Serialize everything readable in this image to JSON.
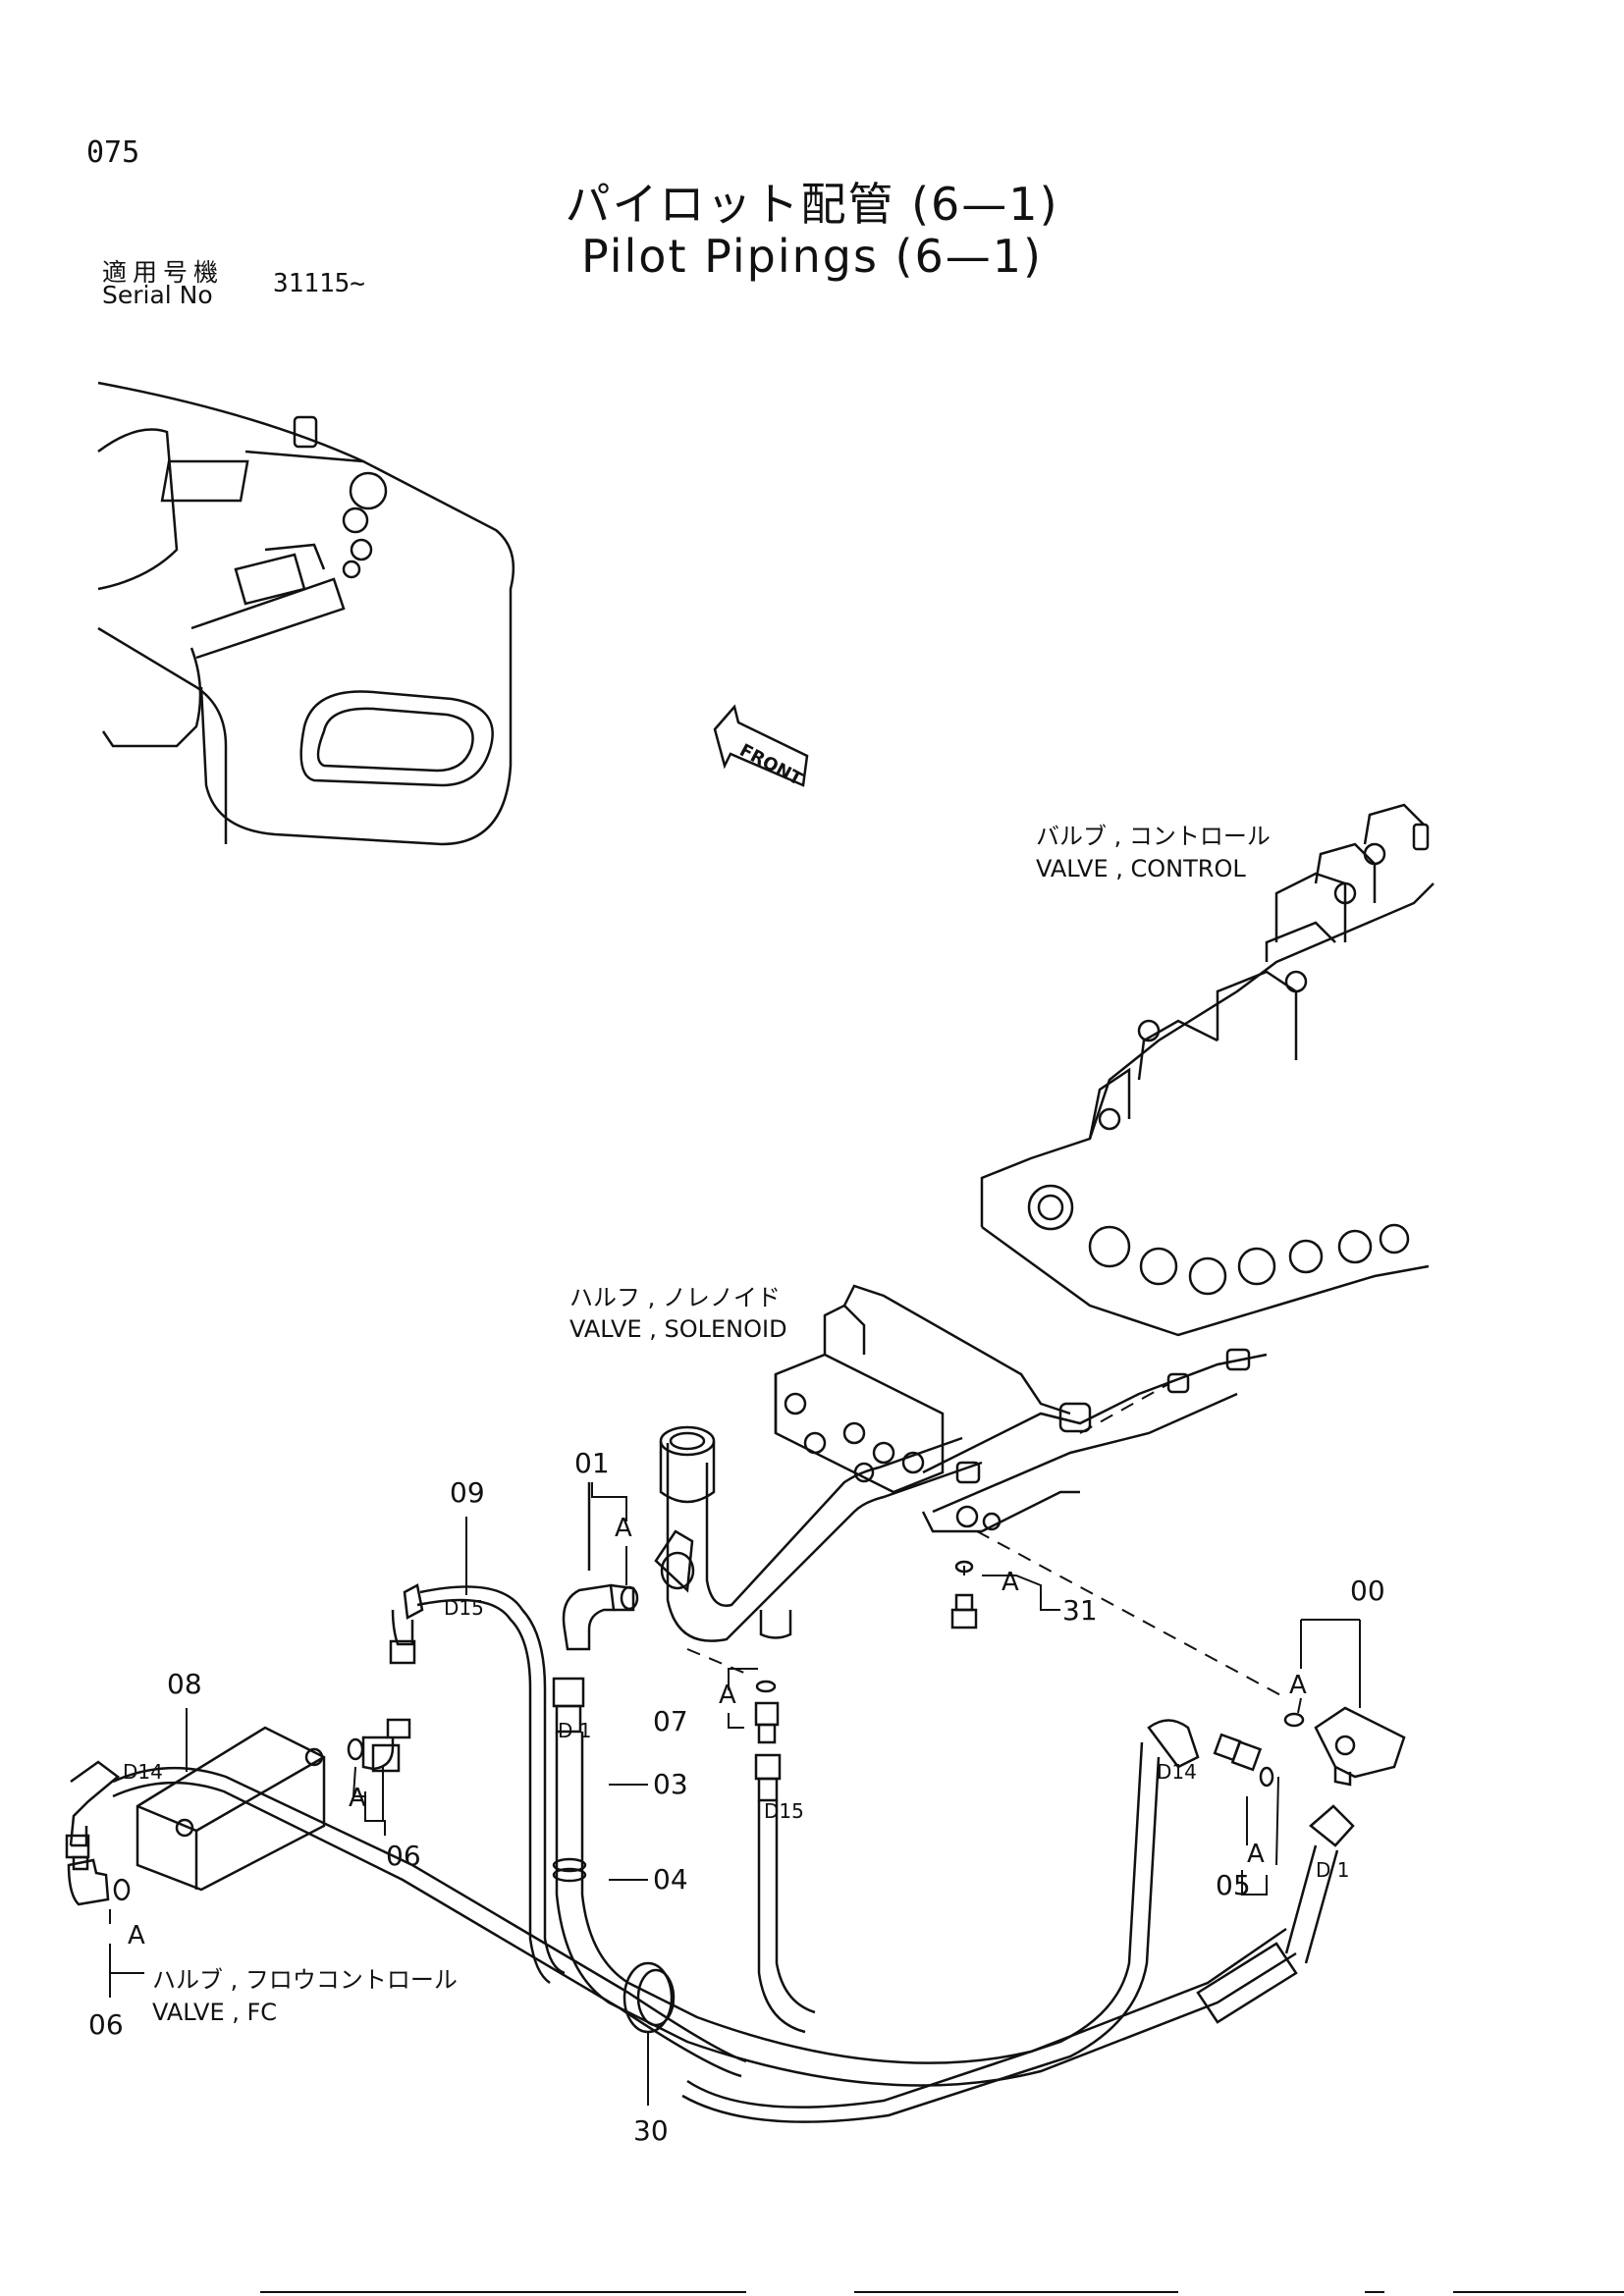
{
  "page": {
    "number": "075",
    "title_jp": "パイロット配管 (6—1)",
    "title_en": "Pilot Pipings (6—1)",
    "serial_label_jp": "適用号機",
    "serial_label_en": "Serial No",
    "serial_value": "31115~"
  },
  "components": {
    "control_valve_jp": "バルブ , コントロール",
    "control_valve_en": "VALVE , CONTROL",
    "solenoid_valve_jp": "ハルフ , ノレノイド",
    "solenoid_valve_en": "VALVE , SOLENOID",
    "fc_valve_jp": "ハルブ , フロウコントロール",
    "fc_valve_en": "VALVE , FC",
    "front_arrow": "FRONT"
  },
  "callouts": {
    "p00": "00",
    "p01": "01",
    "p03": "03",
    "p04": "04",
    "p05": "05",
    "p06a": "06",
    "p06b": "06",
    "p07": "07",
    "p08": "08",
    "p09": "09",
    "p30": "30",
    "p31": "31"
  },
  "fitting_marks": {
    "d1_a": "D 1",
    "d1_b": "D 1",
    "d14_a": "D14",
    "d14_b": "D14",
    "d15_a": "D15",
    "d15_b": "D15",
    "a_mark": "A"
  }
}
